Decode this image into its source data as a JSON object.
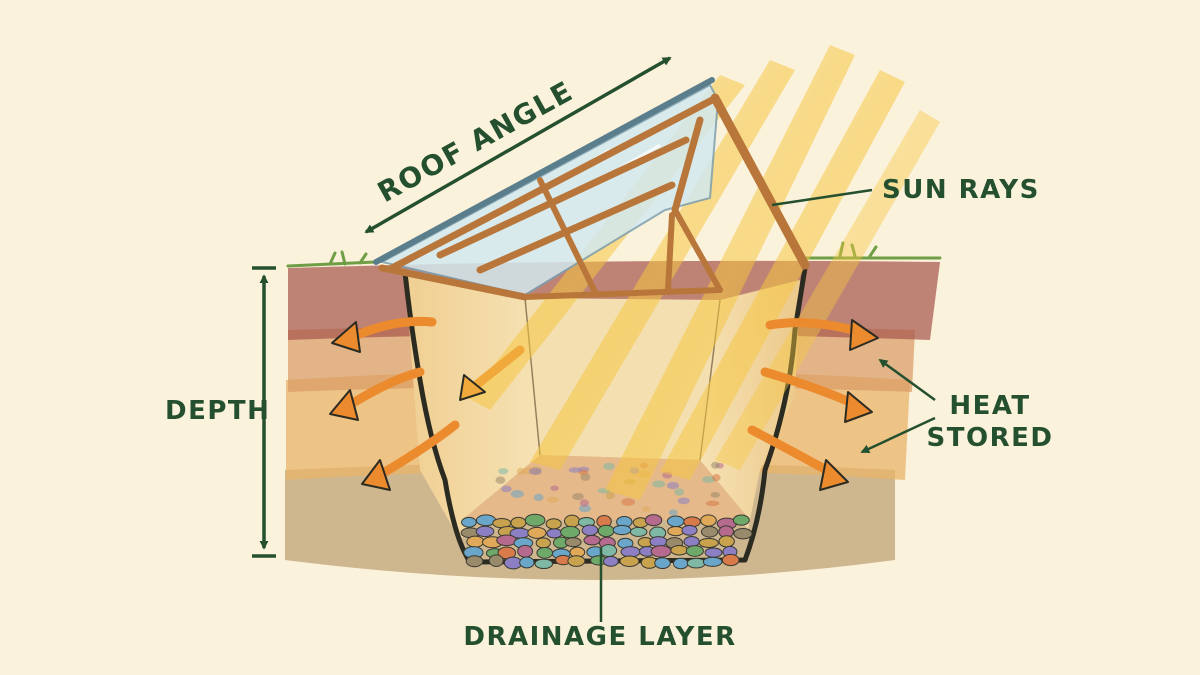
{
  "labels": {
    "roof_angle": "ROOF ANGLE",
    "sun_rays": "SUN RAYS",
    "depth": "DEPTH",
    "heat_line1": "HEAT",
    "heat_line2": "STORED",
    "drainage": "DRAINAGE LAYER"
  },
  "colors": {
    "background": "#fbf2dc",
    "ink": "#24502f",
    "topsoil": "#a8584e",
    "soil_mid": "#e9b46c",
    "soil_deep": "#b99a6c",
    "pit_wall": "#f1d8a4",
    "timber": "#b9763a",
    "glass": "#cfe6ee",
    "sun": "#f6c640",
    "heat_arrow": "#ec8a2e",
    "grass": "#6f9e44"
  },
  "icons": {
    "heat_arrows": "curved-arrow-icon",
    "leader_lines": "arrow-icon",
    "dimension": "double-arrow-icon"
  }
}
